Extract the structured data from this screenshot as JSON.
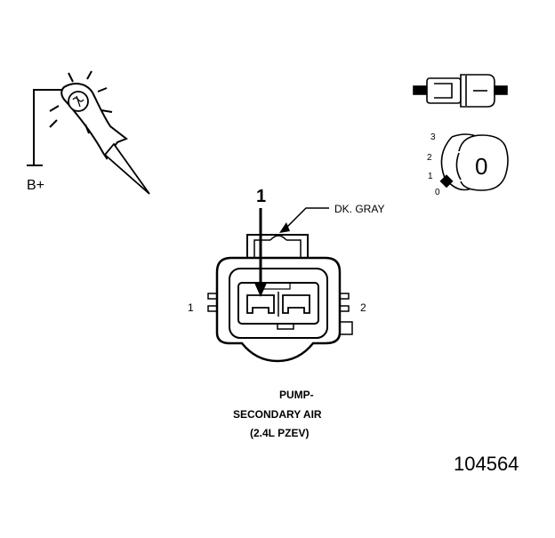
{
  "probe": {
    "supply_label": "B+"
  },
  "connector": {
    "pin_callout": "1",
    "wire_color_label": "DK. GRAY",
    "cavity_labels": [
      "1",
      "2"
    ]
  },
  "caption": {
    "line1": "PUMP-",
    "line2": "SECONDARY AIR",
    "line3": "(2.4L PZEV)"
  },
  "key_switch": {
    "positions": [
      "3",
      "2",
      "1",
      "0"
    ],
    "current": "0"
  },
  "figure_number": "104564"
}
